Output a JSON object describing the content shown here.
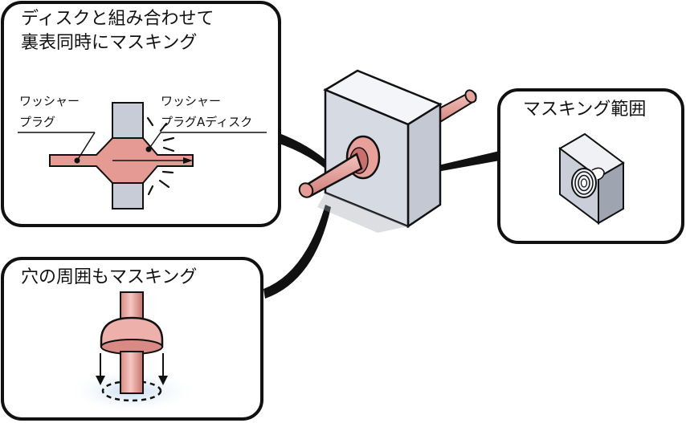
{
  "callouts": {
    "disk": {
      "line1": "ディスクと組み合わせて",
      "line2": "裏表同時にマスキング",
      "label_left_line1": "ワッシャー",
      "label_left_line2": "プラグ",
      "label_right_line1": "ワッシャー",
      "label_right_line2": "プラグAディスク"
    },
    "hole": {
      "title": "穴の周囲もマスキング"
    },
    "range": {
      "title": "マスキング範囲"
    }
  },
  "colors": {
    "outline": "#111111",
    "plug": "#e8a09a",
    "plug_dark": "#c9706c",
    "plate": "#d9dde6",
    "plate_side": "#f2f3f6",
    "plate_shade": "#aeb4c0",
    "glow": "#cfe0f2"
  }
}
